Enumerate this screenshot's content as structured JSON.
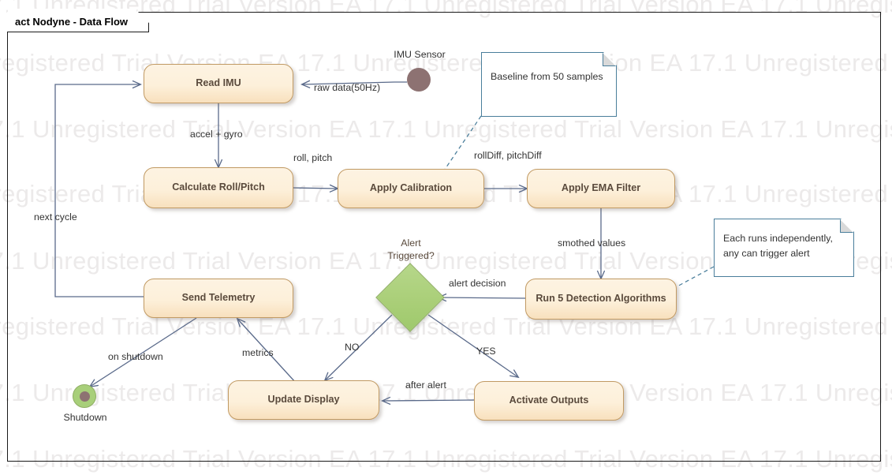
{
  "diagram": {
    "frame_title": "act Nodyne  - Data Flow",
    "watermark_text": "17.1 Unregistered Trial Version  EA 17.1 Unregistered Trial Version  EA 17.1 Unregistered Trial Version  EA 17.1 Unr",
    "colors": {
      "node_fill": "#fdf0da",
      "node_border": "#c19a63",
      "node_text": "#5a4a3c",
      "decision_fill": "#a9ce77",
      "decision_border": "#8fae63",
      "final_ring": "#a8cf7a",
      "final_core": "#8d7272",
      "actor_pin": "#8d7272",
      "note_border": "#4a7e9b",
      "edge_line": "#5a6a8a",
      "frame_border": "#1a1a1a",
      "watermark": "#eceaea"
    }
  },
  "nodes": [
    {
      "id": "read-imu",
      "label": "Read IMU"
    },
    {
      "id": "calculate-roll-pitch",
      "label": "Calculate Roll/Pitch"
    },
    {
      "id": "apply-calibration",
      "label": "Apply Calibration"
    },
    {
      "id": "apply-ema-filter",
      "label": "Apply EMA Filter"
    },
    {
      "id": "run-detection",
      "label": "Run 5 Detection Algorithms"
    },
    {
      "id": "send-telemetry",
      "label": "Send Telemetry"
    },
    {
      "id": "update-display",
      "label": "Update Display"
    },
    {
      "id": "activate-outputs",
      "label": "Activate Outputs"
    }
  ],
  "decision": {
    "label_line1": "Alert",
    "label_line2": "Triggered?"
  },
  "final_node": {
    "label": "Shutdown"
  },
  "actor": {
    "label": "IMU Sensor"
  },
  "notes": [
    {
      "id": "note-baseline",
      "text": "Baseline from 50 samples"
    },
    {
      "id": "note-detection",
      "line1": "Each runs independently,",
      "line2": "any can trigger alert"
    }
  ],
  "edge_labels": {
    "raw_data": "raw data(50Hz)",
    "accel_gyro": "accel + gyro",
    "roll_pitch": "roll, pitch",
    "roll_pitch_diff": "rollDiff, pitchDiff",
    "smothed_values": "smothed values",
    "alert_decision": "alert decision",
    "next_cycle": "next cycle",
    "on_shutdown": "on shutdown",
    "metrics": "metrics",
    "no": "NO",
    "yes": "YES",
    "after_alert": "after alert"
  }
}
